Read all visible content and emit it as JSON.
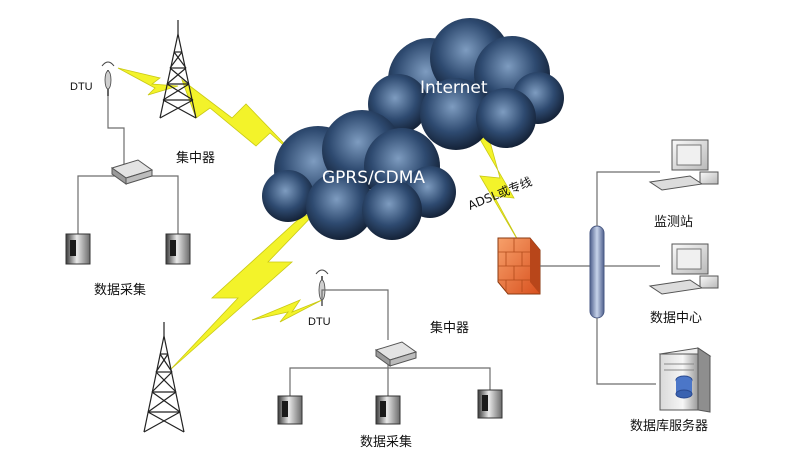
{
  "labels": {
    "internet": "Internet",
    "gprs": "GPRS/CDMA",
    "adsl": "ADSL或专线",
    "dtu_top": "DTU",
    "dtu_bottom": "DTU",
    "hub_top": "集中器",
    "hub_bottom": "集中器",
    "collect_top": "数据采集",
    "collect_bottom": "数据采集",
    "monitor_station": "监测站",
    "data_center": "数据中心",
    "db_server": "数据库服务器"
  },
  "colors": {
    "cloud_dark": "#1b2d4a",
    "cloud_light": "#6f8fb4",
    "bolt": "#f3f32a",
    "firewall": "#e8642a",
    "bus": "#7e95bf"
  }
}
